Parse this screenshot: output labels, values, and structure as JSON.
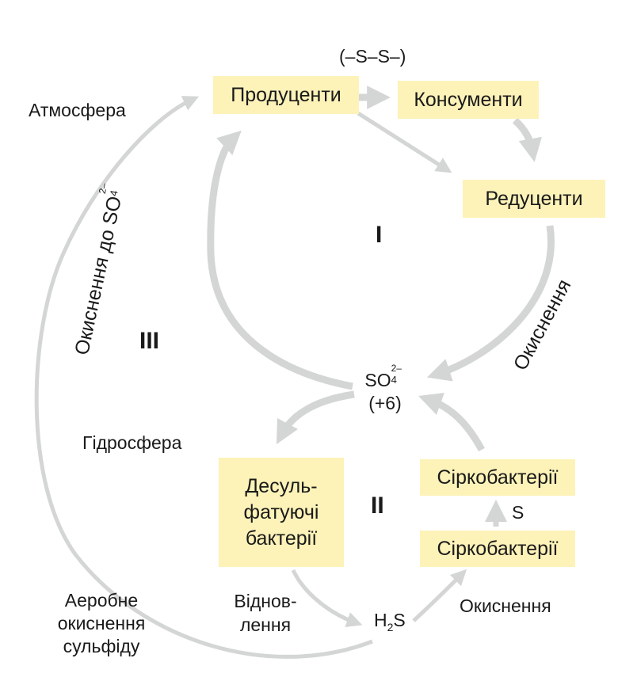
{
  "nodes": {
    "producers": "Продуценти",
    "consumers": "Консументи",
    "reducers": "Редуценти",
    "desulf": [
      "Десуль-",
      "фатуючі",
      "бактерії"
    ],
    "sulfur_bacteria_top": "Сіркобактерії",
    "sulfur_bacteria_bottom": "Сіркобактерії"
  },
  "labels": {
    "disulfide": "(–S–S–)",
    "atmosphere": "Атмосфера",
    "hydrosphere": "Гідросфера",
    "oxidation_to": "Окиснення до SO",
    "oxidation_right": "Окиснення",
    "oxidation_bottom": "Окиснення",
    "reduction_1": "Віднов-",
    "reduction_2": "лення",
    "aerobic_1": "Аеробне",
    "aerobic_2": "окиснення",
    "aerobic_3": "сульфіду",
    "sulfur_s": "S",
    "cycle_1": "I",
    "cycle_2": "II",
    "cycle_3": "III"
  },
  "chem": {
    "sulfate_base": "SO",
    "sulfate_charge": "2–",
    "sulfate_index": "4",
    "sulfate_state": "(+6)",
    "h2s_h": "H",
    "h2s_index": "2",
    "h2s_s": "S"
  },
  "colors": {
    "box_fill": "#fdf2b8",
    "arrow_gray": "#d4d6d6",
    "text": "#1a1a1a"
  }
}
